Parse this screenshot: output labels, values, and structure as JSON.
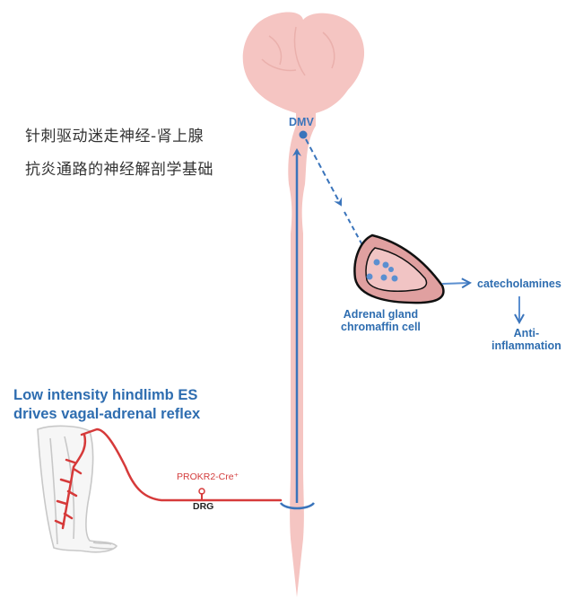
{
  "title": {
    "line1": "针刺驱动迷走神经-肾上腺",
    "line2": "抗炎通路的神经解剖学基础"
  },
  "heading": {
    "line1": "Low intensity hindlimb ES",
    "line2": "drives vagal-adrenal reflex"
  },
  "labels": {
    "dmv": "DMV",
    "adrenal_line1": "Adrenal gland",
    "adrenal_line2": "chromaffin cell",
    "catecholamines": "catecholamines",
    "anti_line1": "Anti-",
    "anti_line2": "inflammation",
    "prokr2": "PROKR2-Cre⁺",
    "drg": "DRG"
  },
  "colors": {
    "cns_pink": "#f5c5c2",
    "nerve_red": "#d63a3a",
    "pathway_blue": "#3a74bb",
    "text_blue": "#2e6db0",
    "adrenal_fill": "#e0a0a0",
    "adrenal_inner": "#f1c4c4"
  },
  "icons": {
    "limb": "hindlimb-outline-icon"
  }
}
